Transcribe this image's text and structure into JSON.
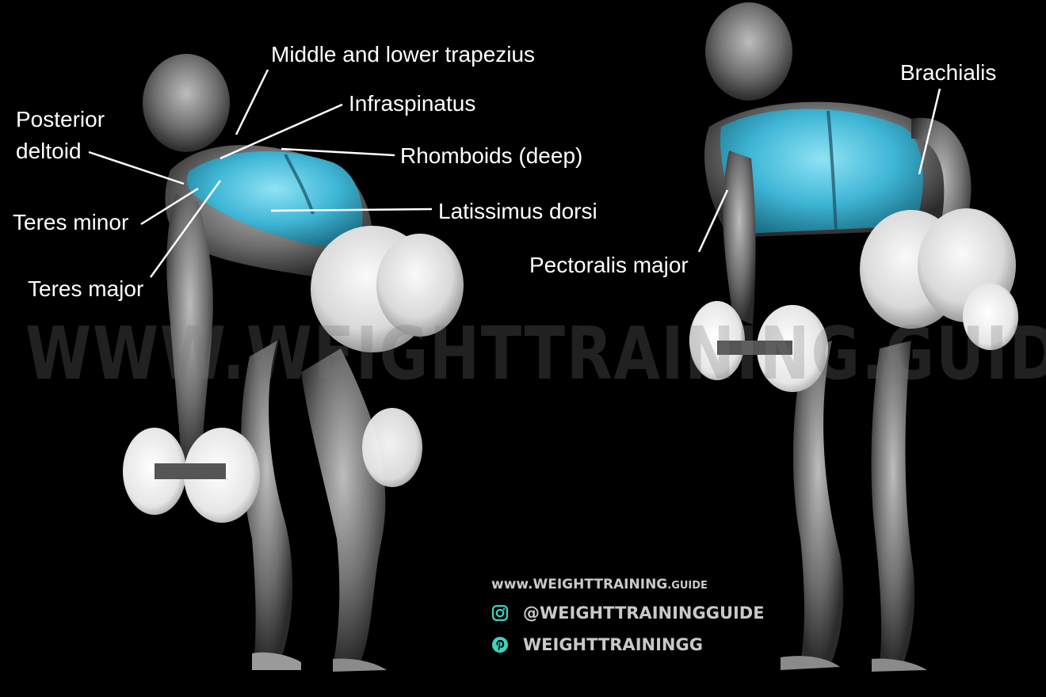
{
  "labels": {
    "middle_lower_trapezius": "Middle and lower trapezius",
    "infraspinatus": "Infraspinatus",
    "posterior_deltoid_line1": "Posterior",
    "posterior_deltoid_line2": "deltoid",
    "rhomboids": "Rhomboids (deep)",
    "latissimus_dorsi": "Latissimus dorsi",
    "teres_minor": "Teres minor",
    "teres_major": "Teres major",
    "brachialis": "Brachialis",
    "pectoralis_major": "Pectoralis major"
  },
  "watermark": "WWW.WEIGHTTRAINING.GUIDE",
  "branding": {
    "website_main": "www.WEIGHTTRAINING",
    "website_suffix": ".GUIDE",
    "instagram": "@WEIGHTTRAININGGUIDE",
    "pinterest": "WEIGHTTRAININGG"
  },
  "colors": {
    "background": "#000000",
    "highlight_muscle": "#4fc3e0",
    "body": "#8a8a8a",
    "text": "#ffffff",
    "instagram_icon": "#3fd3c0",
    "pinterest_icon": "#3fd3c0"
  },
  "icons": [
    "instagram-icon",
    "pinterest-icon",
    "dumbbell-icon"
  ]
}
